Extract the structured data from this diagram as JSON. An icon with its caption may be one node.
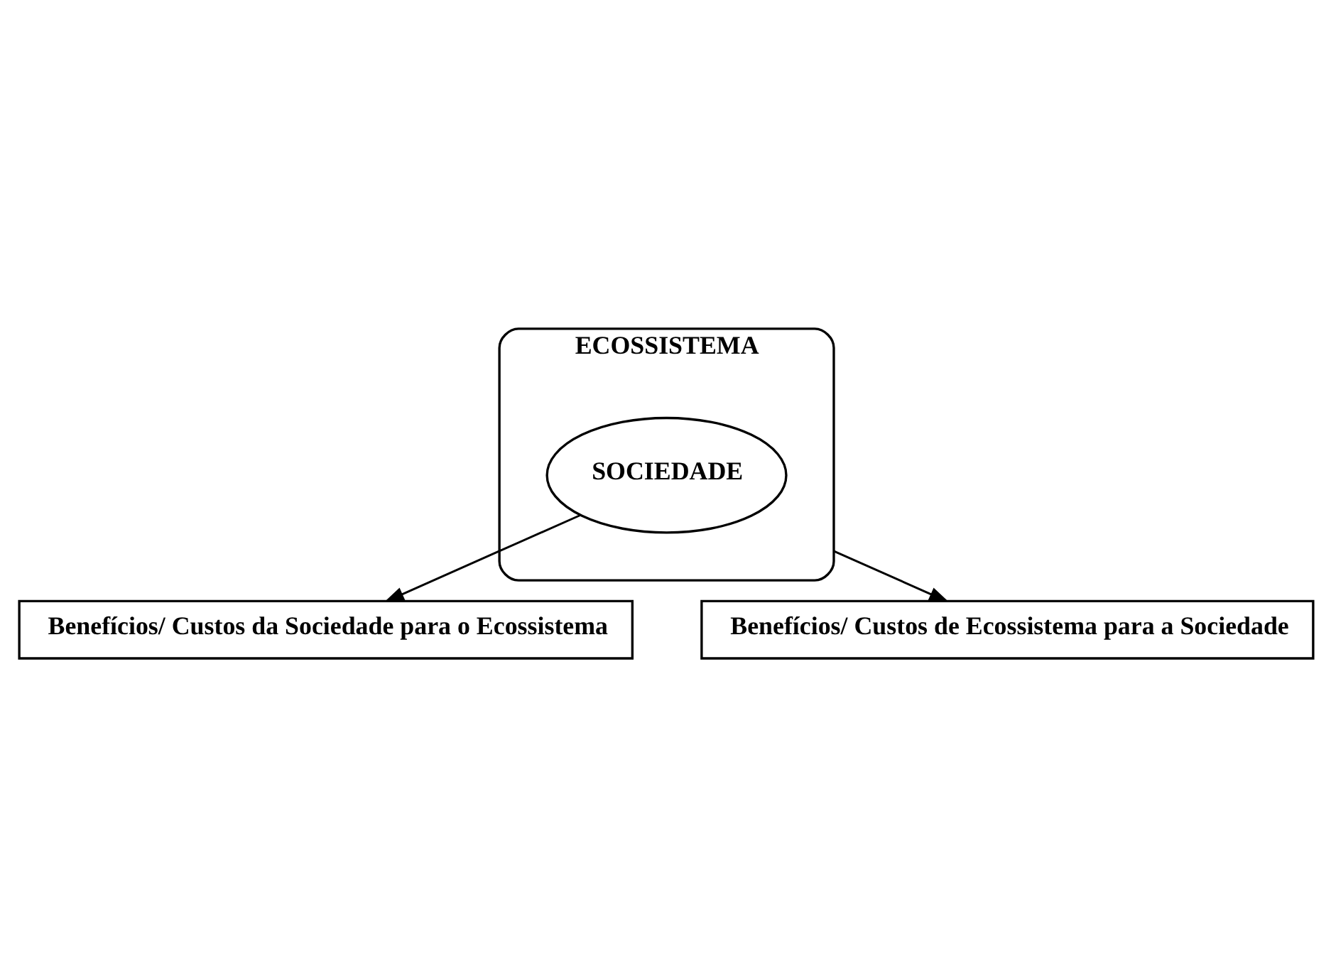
{
  "diagram": {
    "nodes": [
      {
        "text": [
          "Benefícios/ Custos da Sociedade para o Ecossistema"
        ]
      },
      {
        "text": [
          "ECOSSISTEMA"
        ]
      },
      {
        "text": [
          "SOCIEDADE"
        ],
        "in": 1
      },
      {
        "text": [
          "Benefícios/ Custos de Ecossistema para a Sociedade"
        ]
      }
    ],
    "edges": [
      {
        "from": 2,
        "to": 0,
        "arrow": "to"
      },
      {
        "from": 1,
        "to": 3,
        "arrow": "to"
      }
    ]
  }
}
